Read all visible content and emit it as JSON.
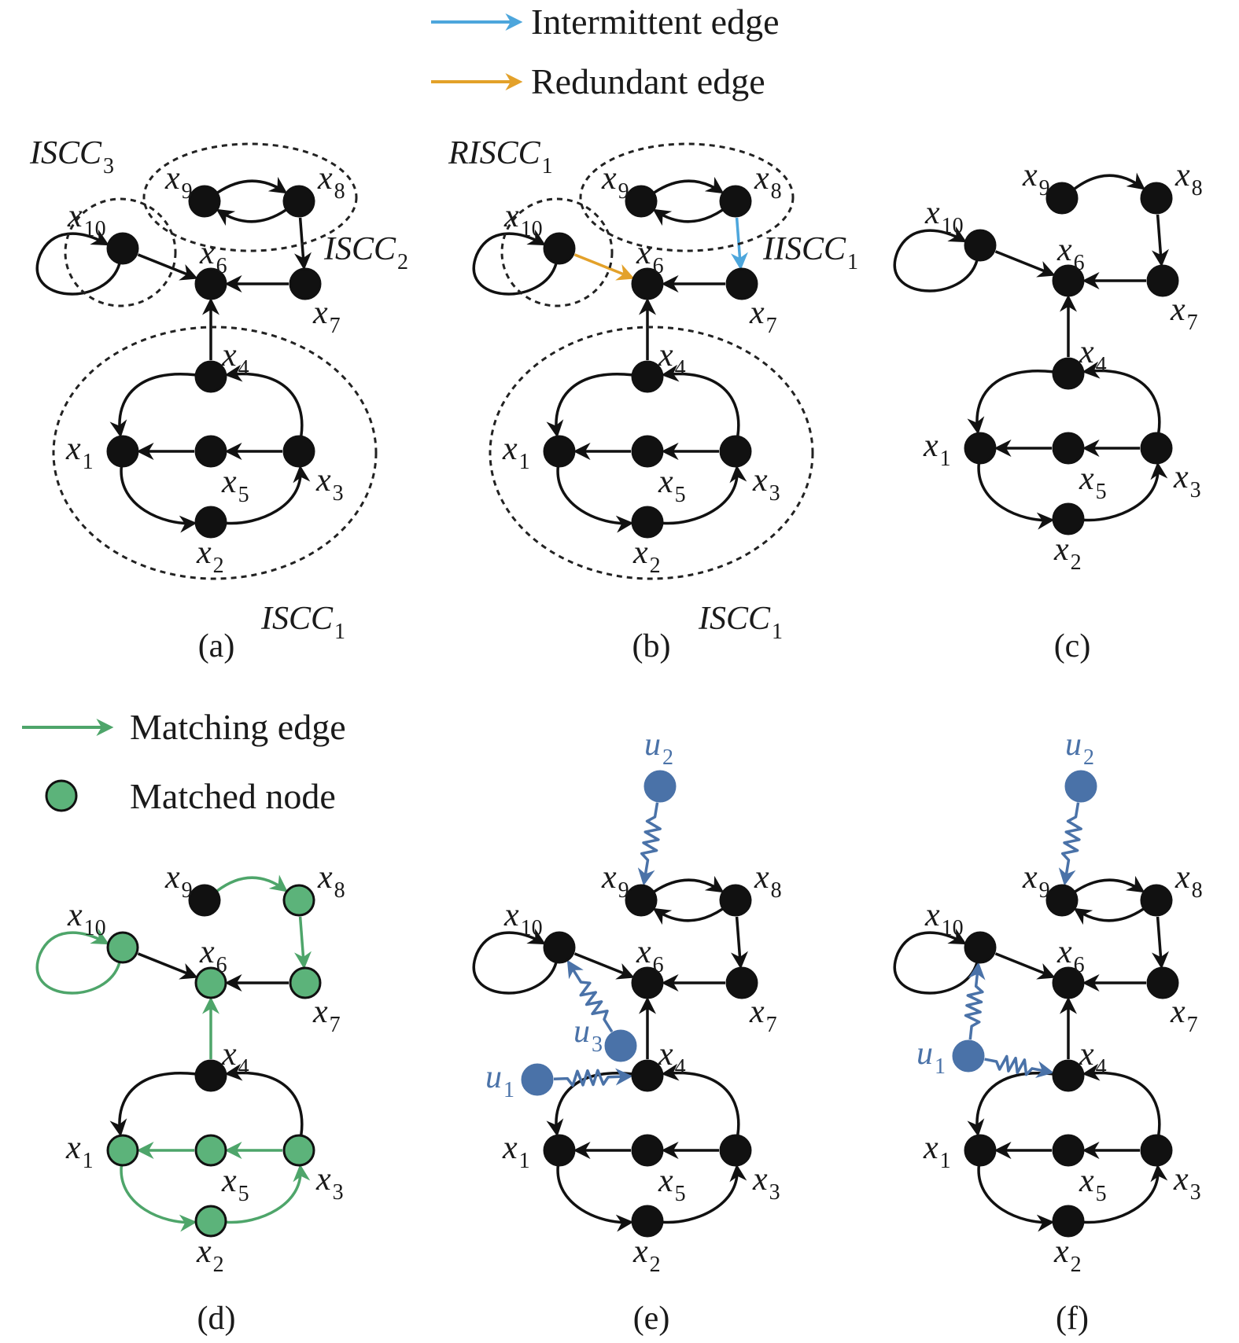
{
  "legend_top": [
    {
      "label": "Intermittent edge",
      "color": "#4da6dc"
    },
    {
      "label": "Redundant edge",
      "color": "#e3a12a"
    }
  ],
  "legend_bottom": [
    {
      "label": "Matching edge",
      "color": "#4ea56a"
    },
    {
      "label": "Matched node",
      "color": "#5cb37a"
    }
  ],
  "colors": {
    "node": "#111111",
    "edge": "#111111",
    "intermittent": "#4da6dc",
    "redundant": "#e3a12a",
    "matching": "#4ea56a",
    "matched_fill": "#5cb37a",
    "control": "#4a72a8",
    "dashed": "#222222"
  },
  "panels": [
    {
      "caption": "(a)",
      "groups": [
        {
          "base": "ISCC",
          "sub": "3"
        },
        {
          "base": "ISCC",
          "sub": "2"
        },
        {
          "base": "ISCC",
          "sub": "1"
        }
      ]
    },
    {
      "caption": "(b)",
      "groups": [
        {
          "base": "RISCC",
          "sub": "1"
        },
        {
          "base": "IISCC",
          "sub": "1"
        },
        {
          "base": "ISCC",
          "sub": "1"
        }
      ]
    },
    {
      "caption": "(c)",
      "groups": []
    },
    {
      "caption": "(d)",
      "groups": []
    },
    {
      "caption": "(e)",
      "groups": [],
      "inputs": [
        "u1",
        "u2",
        "u3"
      ]
    },
    {
      "caption": "(f)",
      "groups": [],
      "inputs": [
        "u1",
        "u2"
      ]
    }
  ],
  "node_labels": {
    "x1": {
      "base": "x",
      "sub": "1"
    },
    "x2": {
      "base": "x",
      "sub": "2"
    },
    "x3": {
      "base": "x",
      "sub": "3"
    },
    "x4": {
      "base": "x",
      "sub": "4"
    },
    "x5": {
      "base": "x",
      "sub": "5"
    },
    "x6": {
      "base": "x",
      "sub": "6"
    },
    "x7": {
      "base": "x",
      "sub": "7"
    },
    "x8": {
      "base": "x",
      "sub": "8"
    },
    "x9": {
      "base": "x",
      "sub": "9"
    },
    "x10": {
      "base": "x",
      "sub": "10"
    },
    "u1": {
      "base": "u",
      "sub": "1"
    },
    "u2": {
      "base": "u",
      "sub": "2"
    },
    "u3": {
      "base": "u",
      "sub": "3"
    }
  }
}
